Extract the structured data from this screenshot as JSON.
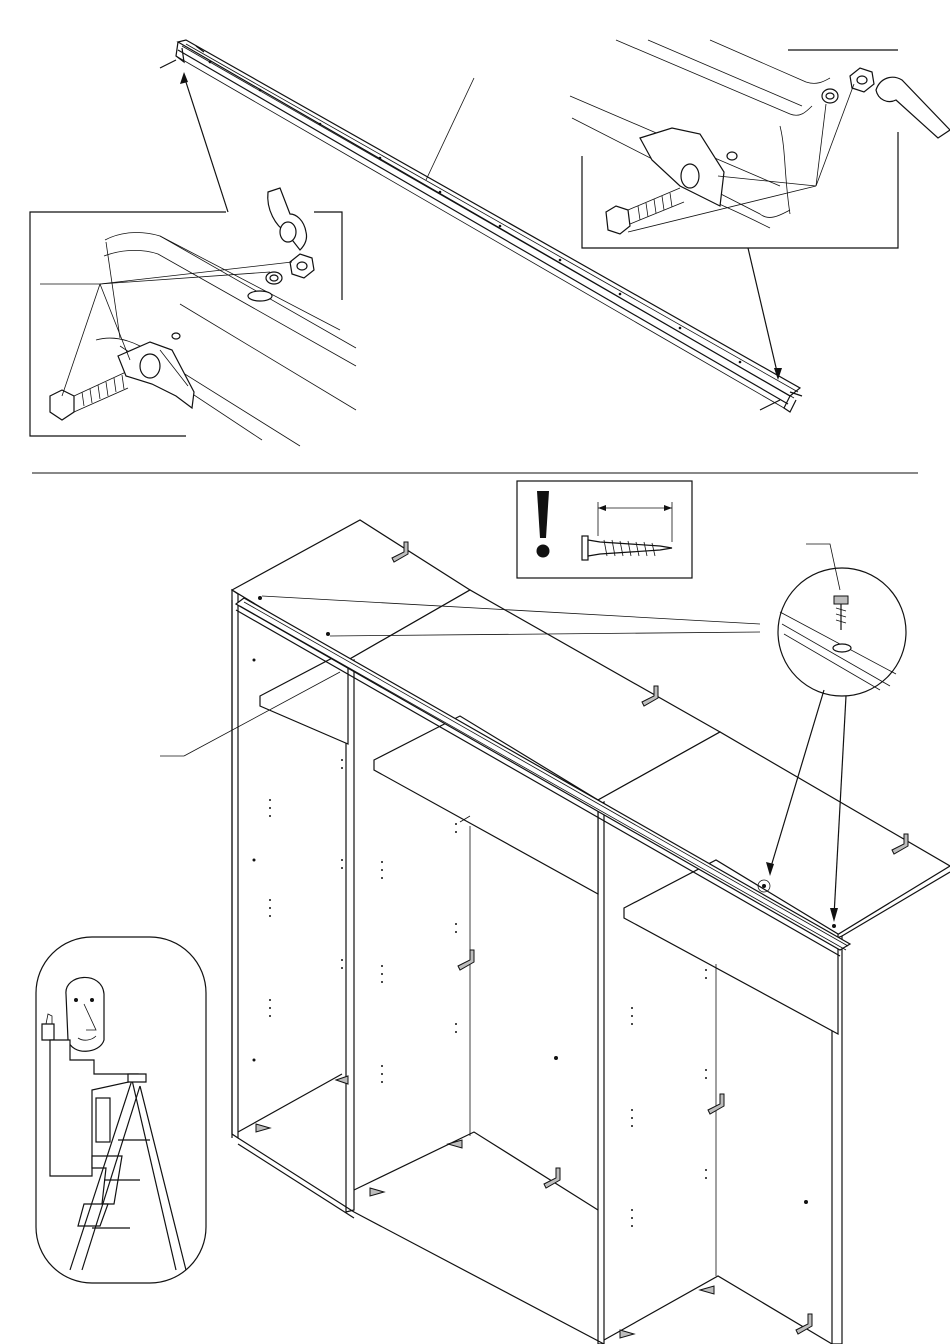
{
  "document": {
    "type": "assembly-instruction-page",
    "printed_text": [],
    "sections": [
      {
        "id": "rail-assembly",
        "content": [
          "top-rail",
          "left-end-bolt-detail",
          "right-end-bolt-detail"
        ]
      },
      {
        "id": "wardrobe-mounting",
        "content": [
          "wardrobe-carcass",
          "screw-callout",
          "warning-box",
          "ladder-figure"
        ]
      }
    ],
    "icons": {
      "warning": "exclamation-mark-icon",
      "screw": "screw-icon",
      "wrench": "wrench-icon",
      "bolt": "hex-bolt-icon",
      "person": "person-on-ladder-icon"
    },
    "colors": {
      "ink": "#111111",
      "paper": "#ffffff",
      "hardware_fill": "#bdbdbd"
    }
  }
}
